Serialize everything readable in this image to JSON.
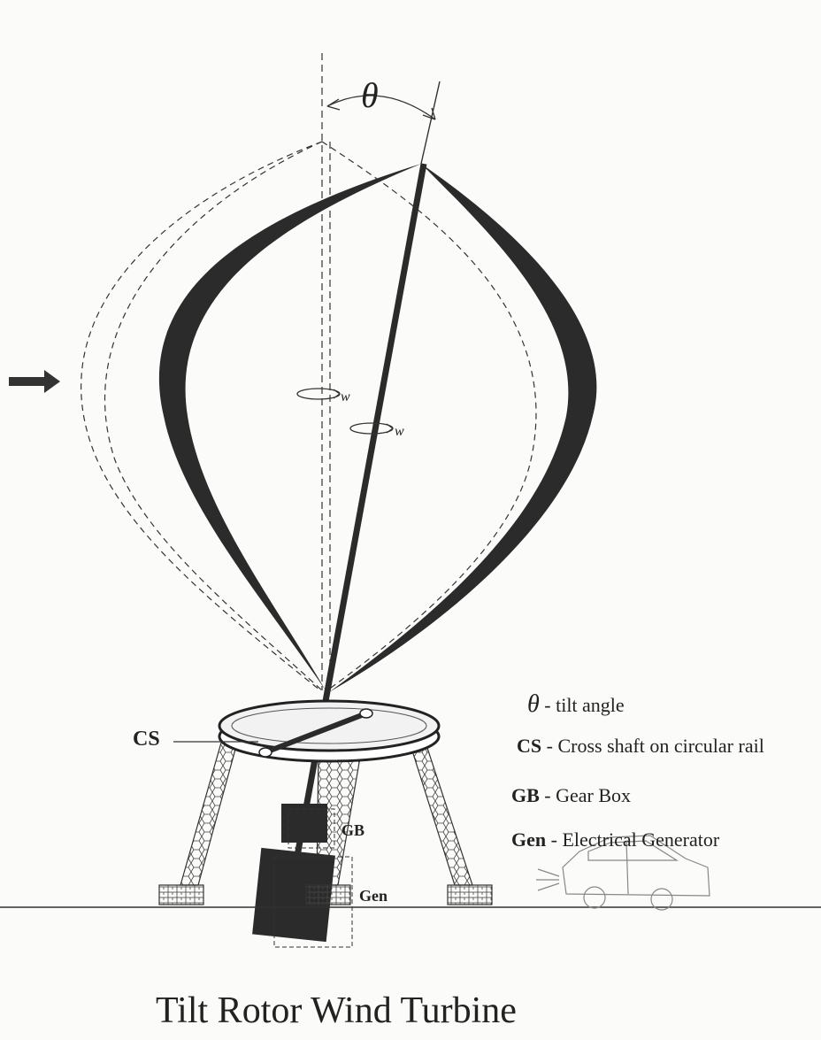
{
  "diagram": {
    "caption": "Tilt Rotor Wind Turbine",
    "symbols": {
      "theta": "θ",
      "omega": "w"
    },
    "callouts": {
      "cs": "CS",
      "gb": "GB",
      "gen": "Gen"
    },
    "legend": [
      {
        "abbr": "θ",
        "text": "- tilt angle"
      },
      {
        "abbr": "CS",
        "text": "- Cross shaft on circular rail"
      },
      {
        "abbr": "GB",
        "text": "- Gear Box"
      },
      {
        "abbr": "Gen",
        "text": "- Electrical Generator"
      }
    ],
    "colors": {
      "ink": "#222222",
      "blade": "#2b2b2b",
      "paper": "#fbfbf9"
    }
  }
}
